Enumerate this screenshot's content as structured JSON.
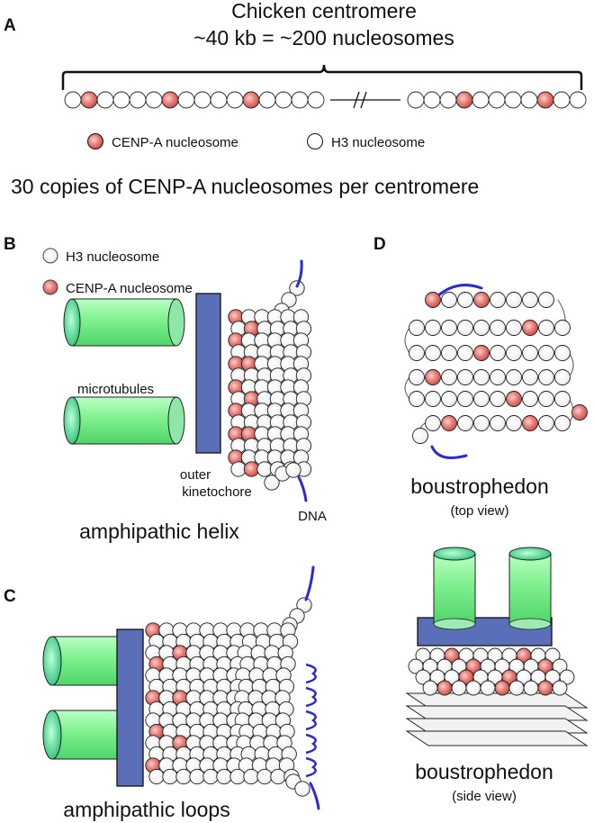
{
  "panel_a": {
    "letter": "A",
    "title_line1": "Chicken centromere",
    "title_line2": "~40 kb = ~200 nucleosomes",
    "legend_cenpa": "CENP-A nucleosome",
    "legend_h3": "H3 nucleosome",
    "summary": "30 copies of CENP-A nucleosomes per centromere"
  },
  "panel_b": {
    "letter": "B",
    "legend_h3": "H3 nucleosome",
    "legend_cenpa": "CENP-A nucleosome",
    "microtubules": "microtubules",
    "outer_line1": "outer",
    "outer_line2": "kinetochore",
    "dna": "DNA",
    "caption": "amphipathic helix"
  },
  "panel_c": {
    "letter": "C",
    "caption": "amphipathic loops"
  },
  "panel_d": {
    "letter": "D",
    "caption_top": "boustrophedon",
    "caption_top_sub": "(top view)",
    "caption_side": "boustrophedon",
    "caption_side_sub": "(side view)"
  },
  "colors": {
    "cenpa": "#e0706b",
    "h3": "#f4f4f4",
    "microtubule": "#7fef8f",
    "kinetochore": "#5b6fb8",
    "dna": "#2a2ad6"
  }
}
